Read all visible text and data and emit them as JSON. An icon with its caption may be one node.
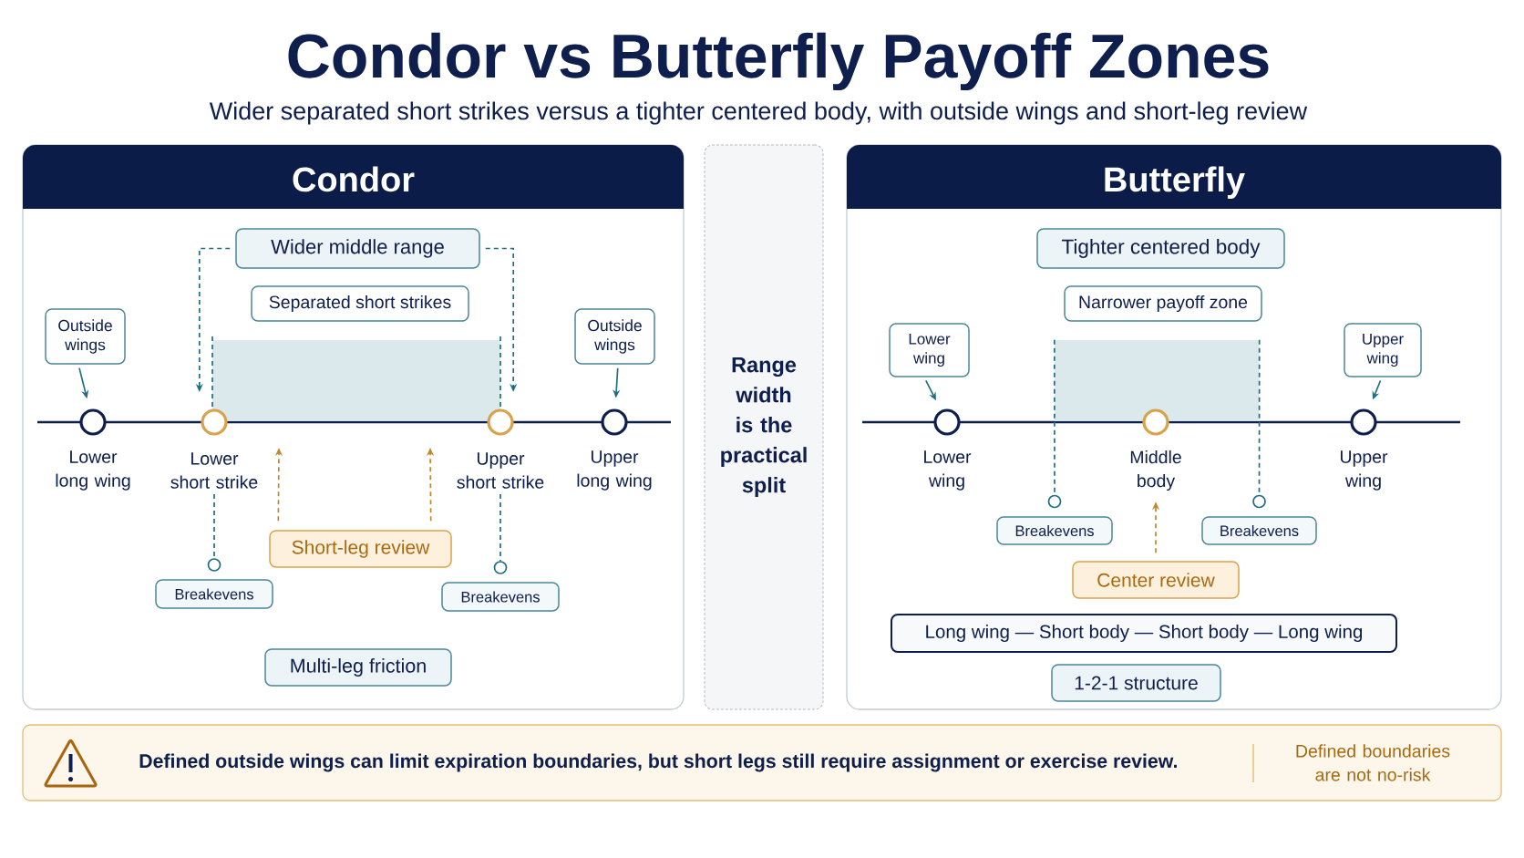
{
  "diagram": {
    "title": "Condor vs Butterfly Payoff Zones",
    "caption": "Wider separated short strikes versus a tighter centered body, with outside wings and short-leg review",
    "nodes": [
      {
        "text": [
          "Condor"
        ]
      },
      {
        "text": [
          "Wider middle range"
        ],
        "in": 0
      },
      {
        "text": [
          "Separated short strikes"
        ],
        "in": 0
      },
      {
        "text": [],
        "shape": "box",
        "in": 0
      },
      {
        "text": [
          "Outside wings"
        ],
        "in": 0
      },
      {
        "text": [
          "Outside wings"
        ],
        "in": 0
      },
      {
        "text": [],
        "shape": "circle",
        "beside": [
          "Lower long wing"
        ],
        "in": 0
      },
      {
        "text": [],
        "shape": "circle",
        "beside": [
          "Lower short strike"
        ],
        "in": 0
      },
      {
        "text": [],
        "shape": "circle",
        "beside": [
          "Upper short strike"
        ],
        "in": 0
      },
      {
        "text": [],
        "shape": "circle",
        "beside": [
          "Upper long wing"
        ],
        "in": 0
      },
      {
        "text": [
          "Short-leg review"
        ],
        "in": 0
      },
      {
        "text": [],
        "shape": "circle",
        "in": 0
      },
      {
        "text": [],
        "shape": "circle",
        "in": 0
      },
      {
        "text": [
          "Breakevens"
        ],
        "in": 0
      },
      {
        "text": [
          "Breakevens"
        ],
        "in": 0
      },
      {
        "text": [
          "Multi-leg friction"
        ],
        "in": 0
      },
      {
        "text": [
          "Range width is the practical split"
        ]
      },
      {
        "text": [
          "Butterfly"
        ]
      },
      {
        "text": [
          "Tighter centered body"
        ],
        "in": 17
      },
      {
        "text": [
          "Narrower payoff zone"
        ],
        "in": 17
      },
      {
        "text": [],
        "shape": "box",
        "in": 17
      },
      {
        "text": [
          "Lower wing"
        ],
        "in": 17
      },
      {
        "text": [
          "Upper wing"
        ],
        "in": 17
      },
      {
        "text": [],
        "shape": "circle",
        "beside": [
          "Lower wing"
        ],
        "in": 17
      },
      {
        "text": [],
        "shape": "circle",
        "beside": [
          "Middle body"
        ],
        "in": 17
      },
      {
        "text": [],
        "shape": "circle",
        "beside": [
          "Upper wing"
        ],
        "in": 17
      },
      {
        "text": [],
        "shape": "circle",
        "in": 17
      },
      {
        "text": [],
        "shape": "circle",
        "in": 17
      },
      {
        "text": [
          "Breakevens"
        ],
        "in": 17
      },
      {
        "text": [
          "Breakevens"
        ],
        "in": 17
      },
      {
        "text": [
          "Center review"
        ],
        "in": 17
      },
      {
        "text": [
          "Long wing — Short body — Short body — Long wing"
        ],
        "in": 17
      },
      {
        "text": [
          "1-2-1 structure"
        ],
        "in": 17
      },
      {
        "text": [
          "Defined outside wings can limit expiration boundaries, but short legs still require assignment or exercise review.",
          "Defined boundaries are not no-risk"
        ]
      }
    ],
    "edges": [
      {
        "from": 4,
        "to": 6,
        "arrow": "to"
      },
      {
        "from": 5,
        "to": 9,
        "arrow": "to"
      },
      {
        "from": 1,
        "to": 3,
        "arrow": "to",
        "style": "dashed"
      },
      {
        "from": 1,
        "to": 3,
        "arrow": "to",
        "style": "dashed"
      },
      {
        "from": 7,
        "to": 11,
        "arrow": "none",
        "style": "dashed"
      },
      {
        "from": 8,
        "to": 12,
        "arrow": "none",
        "style": "dashed"
      },
      {
        "from": 10,
        "to": null,
        "arrow": "to",
        "style": "dashed",
        "color": "#c4862a"
      },
      {
        "from": 10,
        "to": null,
        "arrow": "to",
        "style": "dashed",
        "color": "#c4862a"
      },
      {
        "from": 21,
        "to": 23,
        "arrow": "to"
      },
      {
        "from": 22,
        "to": 25,
        "arrow": "to"
      },
      {
        "from": 20,
        "to": 26,
        "arrow": "none",
        "style": "dashed"
      },
      {
        "from": 20,
        "to": 27,
        "arrow": "none",
        "style": "dashed"
      },
      {
        "from": 30,
        "to": 24,
        "arrow": "to",
        "style": "dashed",
        "color": "#c4862a"
      }
    ]
  }
}
